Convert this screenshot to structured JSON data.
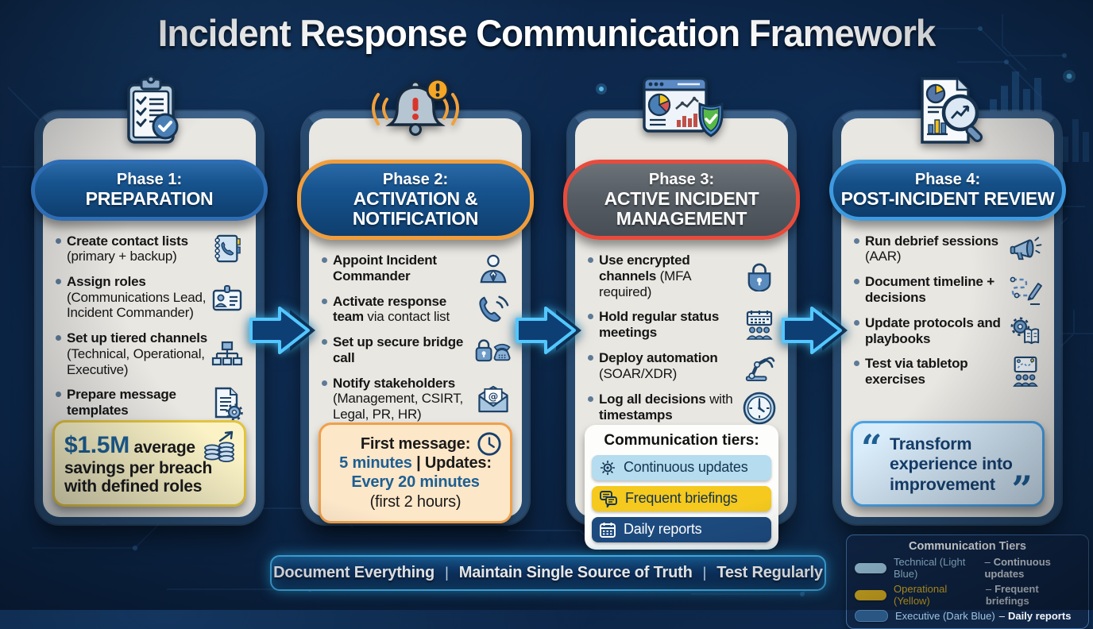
{
  "title": "Incident Response Communication Framework",
  "phases": [
    {
      "kicker": "Phase 1:",
      "title": "PREPARATION",
      "icon": "clipboard-checklist-icon",
      "accent": "#2e6db4",
      "bullets": [
        {
          "bold": "Create contact lists",
          "rest": "(primary + backup)",
          "icon": "contact-book-icon"
        },
        {
          "bold": "Assign roles",
          "rest": "(Communications Lead, Incident Commander)",
          "icon": "id-badge-icon"
        },
        {
          "bold": "Set up tiered channels",
          "rest": "(Technical, Operational, Executive)",
          "icon": "org-chart-icon"
        },
        {
          "bold": "Prepare message templates",
          "rest": "",
          "icon": "document-gear-icon"
        }
      ],
      "callout": {
        "stat": "$1.5M",
        "text": "average savings per breach with defined roles",
        "icon": "coins-growth-icon"
      }
    },
    {
      "kicker": "Phase 2:",
      "title": "ACTIVATION & NOTIFICATION",
      "icon": "alert-bell-icon",
      "accent": "#f09d3c",
      "bullets": [
        {
          "bold": "Appoint Incident Commander",
          "rest": "",
          "icon": "commander-person-icon"
        },
        {
          "bold": "Activate response team",
          "rest": "via contact list",
          "icon": "phone-call-icon"
        },
        {
          "bold": "Set up secure bridge call",
          "rest": "",
          "icon": "lock-phone-icon"
        },
        {
          "bold": "Notify stakeholders",
          "rest": "(Management, CSIRT, Legal, PR, HR)",
          "icon": "envelope-icon"
        }
      ],
      "callout": {
        "line1": "First message:",
        "blue1": "5 minutes",
        "mid": "| Updates:",
        "blue2": "Every 20 minutes",
        "line4": "(first 2 hours)",
        "icon": "clock-icon"
      }
    },
    {
      "kicker": "Phase 3:",
      "title": "ACTIVE INCIDENT MANAGEMENT",
      "icon": "dashboard-shield-icon",
      "accent": "#e84b3c",
      "bullets": [
        {
          "bold": "Use encrypted channels",
          "rest": "(MFA required)",
          "icon": "padlock-icon"
        },
        {
          "bold": "Hold regular status meetings",
          "rest": "",
          "icon": "meeting-calendar-icon"
        },
        {
          "bold": "Deploy automation",
          "rest": "(SOAR/XDR)",
          "icon": "robot-arm-icon"
        },
        {
          "bold": "Log all decisions",
          "rest": "with",
          "bold2": "timestamps",
          "icon": "wall-clock-icon"
        }
      ],
      "tiers": {
        "title": "Communication tiers:",
        "items": [
          {
            "label": "Continuous updates",
            "icon": "network-icon",
            "color": "#b5dcef"
          },
          {
            "label": "Frequent briefings",
            "icon": "chat-bubbles-icon",
            "color": "#f5c91d"
          },
          {
            "label": "Daily reports",
            "icon": "calendar-icon",
            "color": "#1d4b7f"
          }
        ]
      }
    },
    {
      "kicker": "Phase 4:",
      "title": "POST-INCIDENT REVIEW",
      "icon": "report-magnifier-icon",
      "accent": "#3f9be0",
      "bullets": [
        {
          "bold": "Run debrief sessions",
          "rest": "(AAR)",
          "icon": "megaphone-icon"
        },
        {
          "bold": "Document timeline + decisions",
          "rest": "",
          "icon": "timeline-pen-icon"
        },
        {
          "bold": "Update protocols and playbooks",
          "rest": "",
          "icon": "gear-book-icon"
        },
        {
          "bold": "Test via tabletop exercises",
          "rest": "",
          "icon": "tabletop-exercise-icon"
        }
      ],
      "quote": {
        "open": "“",
        "text": "Transform experience into improvement",
        "close": "”"
      }
    }
  ],
  "footer": {
    "item1": "Document Everything",
    "item2": "Maintain Single Source of Truth",
    "item3": "Test Regularly",
    "sep": "|"
  },
  "legend": {
    "title": "Communication Tiers",
    "rows": [
      {
        "name": "Technical (Light Blue)",
        "desc": "Continuous updates",
        "dash": "–",
        "swatch": "#a9d4ec"
      },
      {
        "name": "Operational (Yellow)",
        "desc": "Frequent briefings",
        "dash": "–",
        "swatch": "#f2c21d"
      },
      {
        "name": "Executive (Dark Blue)",
        "desc": "Daily reports",
        "dash": "–",
        "swatch": "#2a5684"
      }
    ]
  },
  "colors": {
    "background": "#0c2744",
    "card": "#e9e7e2",
    "card_frame": "#27496d",
    "phase1_accent": "#2e6db4",
    "phase2_accent": "#f09d3c",
    "phase3_accent": "#e84b3c",
    "phase4_accent": "#3f9be0",
    "pill_blue": "#17548f",
    "pill_gray": "#565d64",
    "callout_yellow_bg": "#fbf3c6",
    "callout_orange_bg": "#fde7c9",
    "quote_bg": "#d9ecfa",
    "stat_blue": "#1d5f93",
    "tier_light_blue": "#b5dcef",
    "tier_yellow": "#f5c91d",
    "tier_dark_blue": "#1d4b7f",
    "footer_glow": "#45b5ef",
    "arrow_glow": "#53c7ff"
  }
}
